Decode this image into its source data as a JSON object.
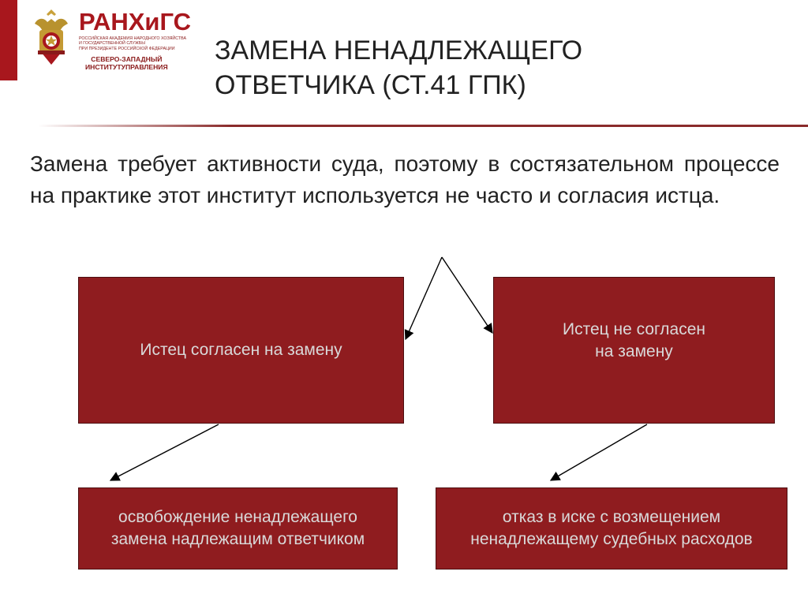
{
  "logo": {
    "name": "РАНХиГС",
    "subtitle_lines": [
      "Российская академия народного хозяйства",
      "и государственной службы",
      "при Президенте Российской Федерации"
    ],
    "branch_lines": [
      "СЕВЕРО-ЗАПАДНЫЙ",
      "ИНСТИТУТУПРАВЛЕНИЯ"
    ]
  },
  "title": {
    "line1": "ЗАМЕНА НЕНАДЛЕЖАЩЕГО",
    "line2": "ОТВЕТЧИКА (СТ.41 ГПК)"
  },
  "body": {
    "text": "Замена требует активности суда, поэтому в состязательном процессе на практике этот институт используется не часто  и согласия истца."
  },
  "boxes": {
    "agree": {
      "lines": [
        "Истец согласен на замену"
      ]
    },
    "disagree": {
      "lines": [
        "Истец не согласен",
        "на замену"
      ]
    },
    "release": {
      "lines": [
        "освобождение ненадлежащего",
        "замена надлежащим ответчиком"
      ]
    },
    "refusal": {
      "lines": [
        "отказ в иске с возмещением",
        "ненадлежащему судебных расходов"
      ]
    }
  },
  "colors": {
    "accent": "#a8171d",
    "box_fill": "#8f1c1f",
    "box_text": "#d9d9d9",
    "title_text": "#222222"
  }
}
